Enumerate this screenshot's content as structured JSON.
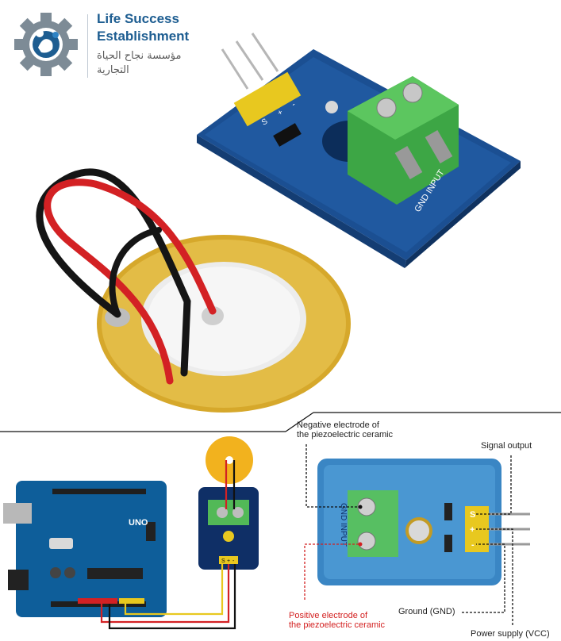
{
  "logo": {
    "line1": "Life Success",
    "line2": "Establishment",
    "arabic_line1": "مؤسسة نجاح الحياة",
    "arabic_line2": "التجارية",
    "brand_color": "#1d5d91"
  },
  "product_photo": {
    "module_pin_labels": [
      "S",
      "+",
      "-"
    ],
    "terminal_label": "GND INPUT"
  },
  "wiring_diagram": {
    "board_name": "UNO",
    "module_pin_labels": [
      "S",
      "+",
      "-"
    ]
  },
  "pinout": {
    "negative_electrode": "Negative electrode of\nthe piezoelectric ceramic",
    "positive_electrode": "Positive electrode of\nthe piezoelectric ceramic",
    "signal_output": "Signal output",
    "ground": "Ground (GND)",
    "power_supply": "Power supply (VCC)",
    "module_pin_labels": [
      "S",
      "+",
      "-"
    ],
    "terminal_label": "GND INPUT",
    "label_color_positive": "#d32020"
  }
}
